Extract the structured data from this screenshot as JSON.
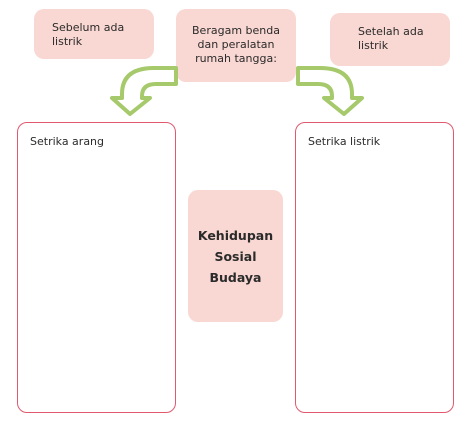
{
  "boxes": {
    "before_electricity": "Sebelum ada\nlistrik",
    "items": "Beragam benda\ndan peralatan\nrumah tangga:",
    "after_electricity": "Setelah ada\nlistrik",
    "social_life": "Kehidupan\nSosial\nBudaya"
  },
  "panels": {
    "left_title": "Setrika arang",
    "right_title": "Setrika listrik"
  },
  "colors": {
    "box_fill": "#f9d7d2",
    "panel_border": "#e0596f",
    "arrow_fill": "#ffffff",
    "arrow_stroke": "#a5c96b"
  },
  "icons": {
    "left_arrow": "curved-arrow-down-left-icon",
    "right_arrow": "curved-arrow-down-right-icon"
  }
}
